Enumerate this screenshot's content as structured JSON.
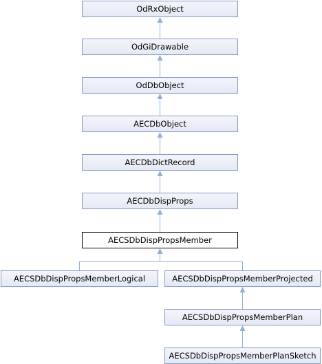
{
  "diagram": {
    "kind": "class-inheritance",
    "current_node": "AECSDbDispPropsMember",
    "edge_color": "#8fb0d4",
    "nodes": [
      {
        "id": "odrxobject",
        "label": "OdRxObject"
      },
      {
        "id": "odgidrawable",
        "label": "OdGiDrawable"
      },
      {
        "id": "oddbobject",
        "label": "OdDbObject"
      },
      {
        "id": "aecdbobject",
        "label": "AECDbObject"
      },
      {
        "id": "aecdbdictrecord",
        "label": "AECDbDictRecord"
      },
      {
        "id": "aecdbdispprops",
        "label": "AECDbDispProps"
      },
      {
        "id": "aecsdbdisppropsmember",
        "label": "AECSDbDispPropsMember"
      },
      {
        "id": "aecsdbdisppropsmemberlogical",
        "label": "AECSDbDispPropsMemberLogical"
      },
      {
        "id": "aecsdbdisppropsmemberprojected",
        "label": "AECSDbDispPropsMemberProjected"
      },
      {
        "id": "aecsdbdisppropsmemberplan",
        "label": "AECSDbDispPropsMemberPlan"
      },
      {
        "id": "aecsdbdisppropsmemberplansketch",
        "label": "AECSDbDispPropsMemberPlanSketch"
      }
    ],
    "edges": [
      {
        "from": "odgidrawable",
        "to": "odrxobject"
      },
      {
        "from": "oddbobject",
        "to": "odgidrawable"
      },
      {
        "from": "aecdbobject",
        "to": "oddbobject"
      },
      {
        "from": "aecdbdictrecord",
        "to": "aecdbobject"
      },
      {
        "from": "aecdbdispprops",
        "to": "aecdbdictrecord"
      },
      {
        "from": "aecsdbdisppropsmember",
        "to": "aecdbdispprops"
      },
      {
        "from": "aecsdbdisppropsmemberlogical",
        "to": "aecsdbdisppropsmember"
      },
      {
        "from": "aecsdbdisppropsmemberprojected",
        "to": "aecsdbdisppropsmember"
      },
      {
        "from": "aecsdbdisppropsmemberplan",
        "to": "aecsdbdisppropsmemberprojected"
      },
      {
        "from": "aecsdbdisppropsmemberplansketch",
        "to": "aecsdbdisppropsmemberplan"
      }
    ]
  }
}
